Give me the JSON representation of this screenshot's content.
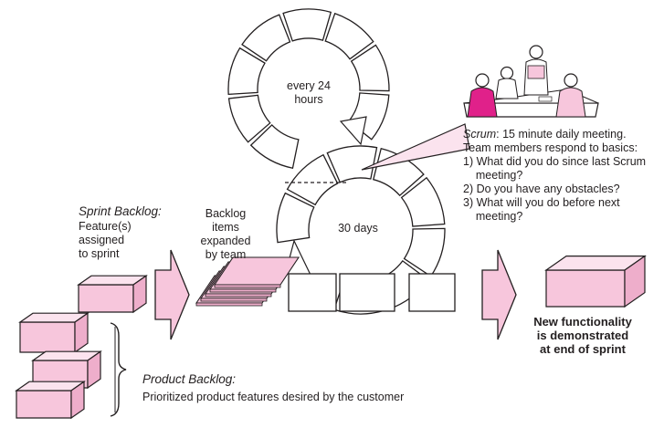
{
  "cycles": {
    "daily_label": "every 24\nhours",
    "sprint_label": "30 days"
  },
  "sprint_backlog": {
    "title": "Sprint Backlog:",
    "description": "Feature(s)\nassigned\nto sprint"
  },
  "expanded_items": {
    "text": "Backlog\nitems\nexpanded\nby team"
  },
  "scrum_meeting": {
    "title": "Scrum",
    "lines": [
      ": 15 minute daily meeting.",
      "Team members respond to basics:",
      "1) What did you do since last Scrum",
      "    meeting?",
      "2) Do you have any obstacles?",
      "3) What will you do before next",
      "    meeting?"
    ]
  },
  "product_backlog": {
    "title": "Product Backlog:",
    "description": "Prioritized product features desired by the customer"
  },
  "outcome": {
    "text": "New functionality\nis demonstrated\nat end of sprint"
  },
  "colors": {
    "box_front": "#f7c6dc",
    "box_top": "#fbe3ee",
    "box_side": "#eeaecb",
    "arrow_fill": "#f7c6dc",
    "outline": "#231f20",
    "meeting_person": "#e0218a"
  }
}
